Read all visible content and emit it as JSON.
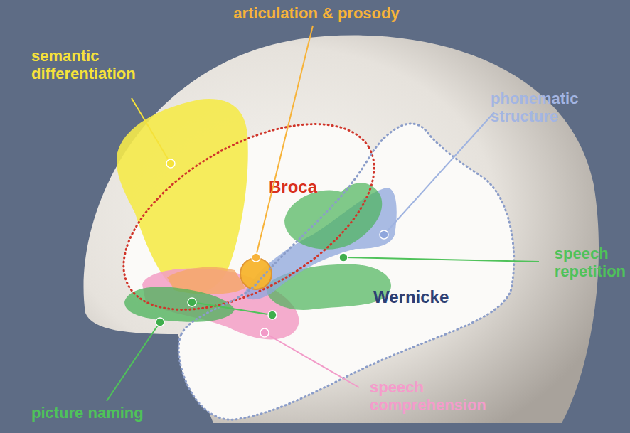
{
  "diagram": {
    "nodes": [
      {
        "text": [
          "Broca"
        ]
      },
      {
        "text": [
          "Wernicke"
        ]
      }
    ],
    "labels": [
      "articulation & prosody",
      "semantic differentiation",
      "phonematic structure",
      "speech repetition",
      "picture naming",
      "speech comprehension"
    ]
  }
}
